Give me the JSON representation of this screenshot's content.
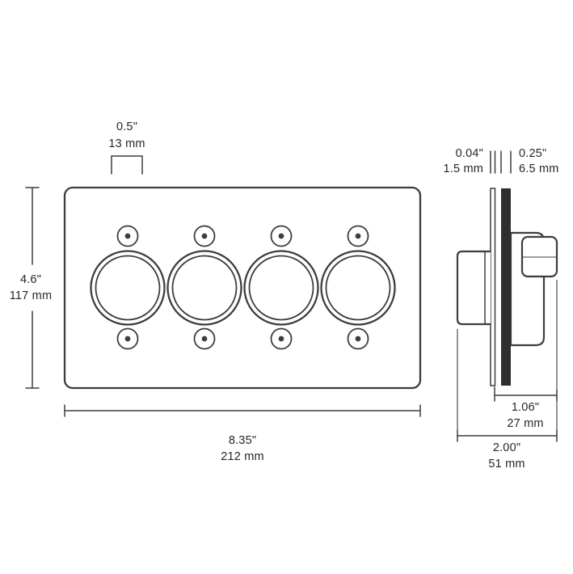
{
  "colors": {
    "line": "#3d3d3d",
    "wallplate_dark": "#2e2e2e",
    "text": "#262626",
    "background": "#ffffff"
  },
  "front_view": {
    "knob_count": 4,
    "screw_count": 8,
    "dimensions": {
      "knob_stem_width": {
        "inches": "0.5\"",
        "metric": "13 mm"
      },
      "plate_height": {
        "inches": "4.6\"",
        "metric": "117 mm"
      },
      "plate_width": {
        "inches": "8.35\"",
        "metric": "212 mm"
      }
    }
  },
  "side_view": {
    "dimensions": {
      "faceplate_thickness": {
        "inches": "0.04\"",
        "metric": "1.5 mm"
      },
      "wallplate_thickness": {
        "inches": "0.25\"",
        "metric": "6.5 mm"
      },
      "rear_depth": {
        "inches": "1.06\"",
        "metric": "27 mm"
      },
      "total_depth": {
        "inches": "2.00\"",
        "metric": "51 mm"
      }
    }
  }
}
